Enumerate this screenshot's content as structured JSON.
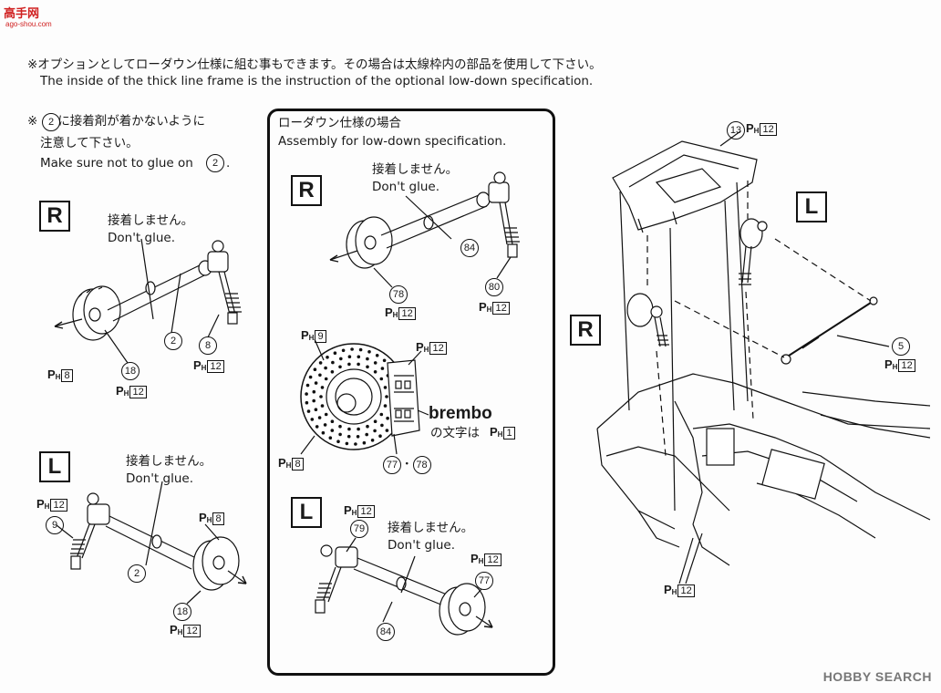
{
  "logo": {
    "top": "高手网",
    "sub": "ago-shou.com"
  },
  "header": {
    "note_jp": "※オプションとしてローダウン仕様に組む事もできます。その場合は太線枠内の部品を使用して下さい。",
    "note_en": "The inside of the thick line frame is the instruction of the optional low-down specification."
  },
  "caution": {
    "jp_prefix": "※",
    "part": "2",
    "jp_suffix": "に接着剤が着かないように",
    "jp_line2": "注意して下さい。",
    "en": "Make sure not to glue on",
    "en_period": "."
  },
  "labels": {
    "R": "R",
    "L": "L",
    "no_glue_jp": "接着しません。",
    "no_glue_en": "Don't glue."
  },
  "lowdown": {
    "title_jp": "ローダウン仕様の場合",
    "title_en": "Assembly for low-down specification."
  },
  "brembo": {
    "logo": "brembo",
    "note": "の文字は"
  },
  "part_numbers": {
    "p2": "2",
    "p5": "5",
    "p8": "8",
    "p9": "9",
    "p13": "13",
    "p18": "18",
    "p77": "77",
    "p78": "78",
    "p79": "79",
    "p80": "80",
    "p84": "84",
    "p77_78": "77・78"
  },
  "paint": {
    "p": "P",
    "h": "H",
    "c1": "1",
    "c8": "8",
    "c9": "9",
    "c12": "12"
  },
  "watermark": "HOBBY SEARCH"
}
